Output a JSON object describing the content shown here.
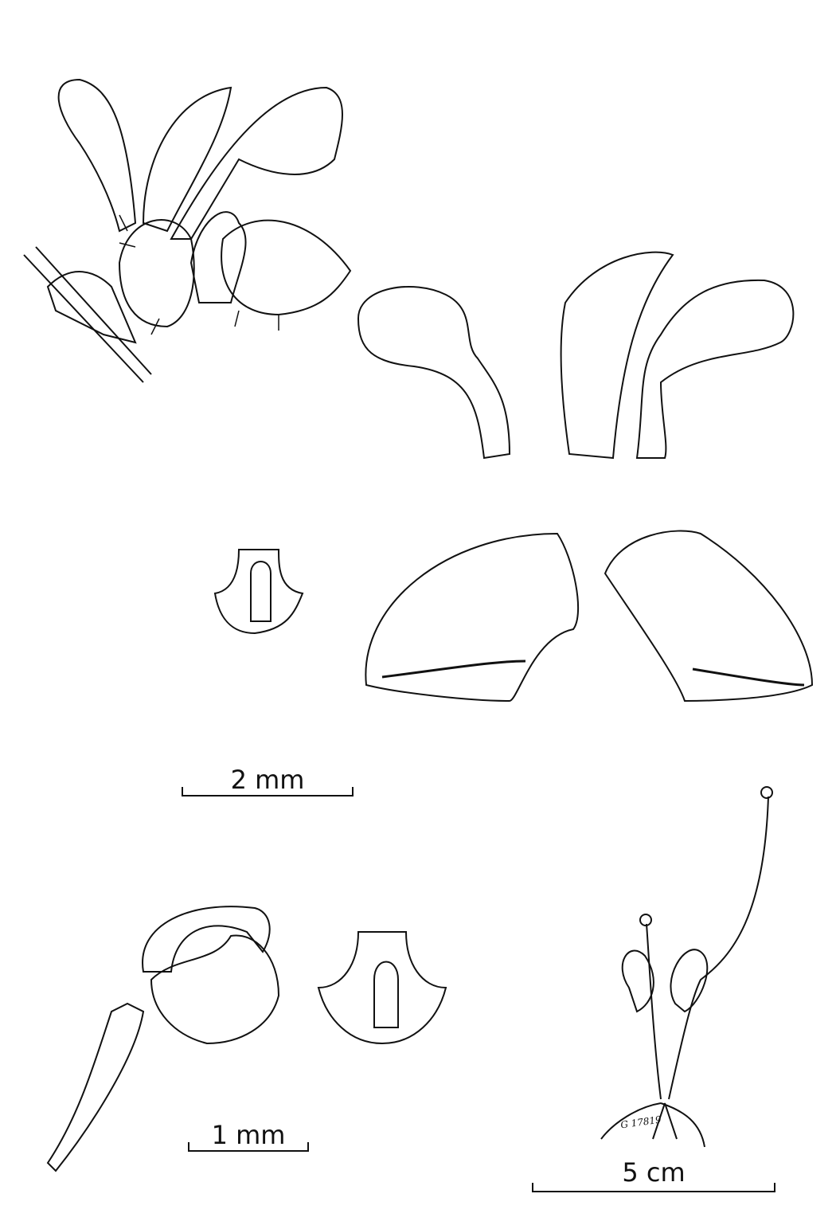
{
  "scale_bars": {
    "two_mm": "2 mm",
    "one_mm": "1 mm",
    "five_cm": "5 cm"
  },
  "signature": "G 17819",
  "colors": {
    "ink": "#111111",
    "paper": "#ffffff"
  }
}
